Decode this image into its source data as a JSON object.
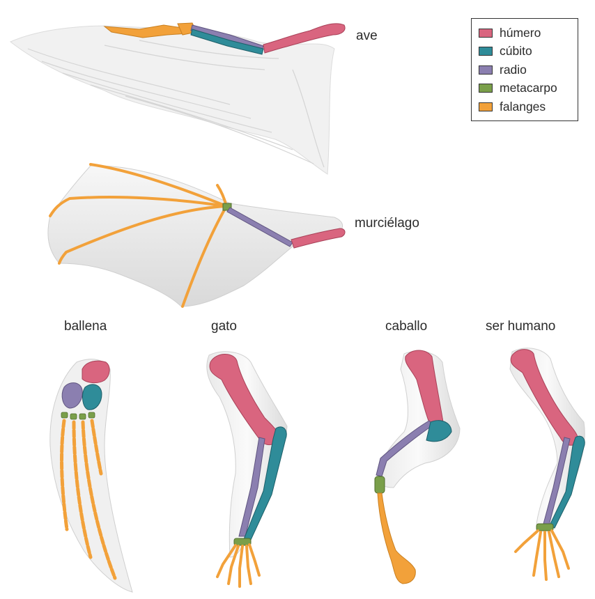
{
  "colors": {
    "humero": "#d9657f",
    "cubito": "#2f8c99",
    "radio": "#8b7fb0",
    "metacarpo": "#7a9f4a",
    "falanges": "#f2a13a",
    "skin": "#e4e4e4"
  },
  "legend": [
    {
      "label": "húmero",
      "color": "#d9657f"
    },
    {
      "label": "cúbito",
      "color": "#2f8c99"
    },
    {
      "label": "radio",
      "color": "#8b7fb0"
    },
    {
      "label": "metacarpo",
      "color": "#7a9f4a"
    },
    {
      "label": "falanges",
      "color": "#f2a13a"
    }
  ],
  "labels": {
    "ave": "ave",
    "murcielago": "murciélago",
    "ballena": "ballena",
    "gato": "gato",
    "caballo": "caballo",
    "ser_humano": "ser humano"
  }
}
